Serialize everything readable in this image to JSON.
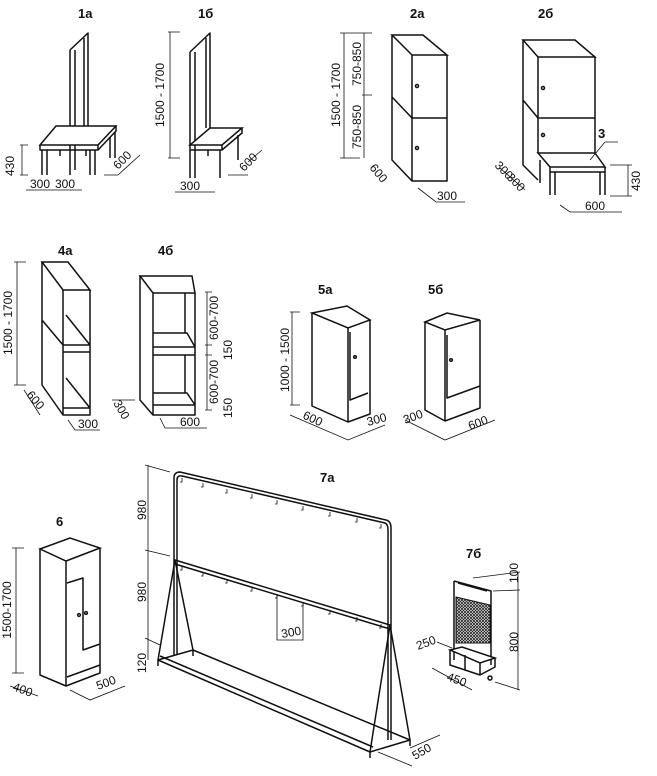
{
  "figures": {
    "f1a": {
      "label": "1а",
      "dims": [
        "430",
        "300",
        "300",
        "600"
      ]
    },
    "f1b": {
      "label": "1б",
      "dims": [
        "1500 - 1700",
        "300",
        "600"
      ]
    },
    "f2a": {
      "label": "2а",
      "dims": [
        "1500 - 1700",
        "750-850",
        "750-850",
        "600",
        "300"
      ]
    },
    "f2b": {
      "label": "2б",
      "dims": [
        "300",
        "300",
        "600",
        "430"
      ],
      "callout": "3"
    },
    "f4a": {
      "label": "4а",
      "dims": [
        "1500 - 1700",
        "600",
        "300"
      ]
    },
    "f4b": {
      "label": "4б",
      "dims": [
        "600-700",
        "150",
        "600-700",
        "150",
        "300",
        "600"
      ]
    },
    "f5a": {
      "label": "5а",
      "dims": [
        "1000 - 1500",
        "600",
        "300"
      ]
    },
    "f5b": {
      "label": "5б",
      "dims": [
        "300",
        "600"
      ]
    },
    "f6": {
      "label": "6",
      "dims": [
        "1500-1700",
        "400",
        "500"
      ]
    },
    "f7a": {
      "label": "7а",
      "dims": [
        "980",
        "980",
        "120",
        "300",
        "550"
      ]
    },
    "f7b": {
      "label": "7б",
      "dims": [
        "100",
        "800",
        "250",
        "450"
      ]
    }
  }
}
